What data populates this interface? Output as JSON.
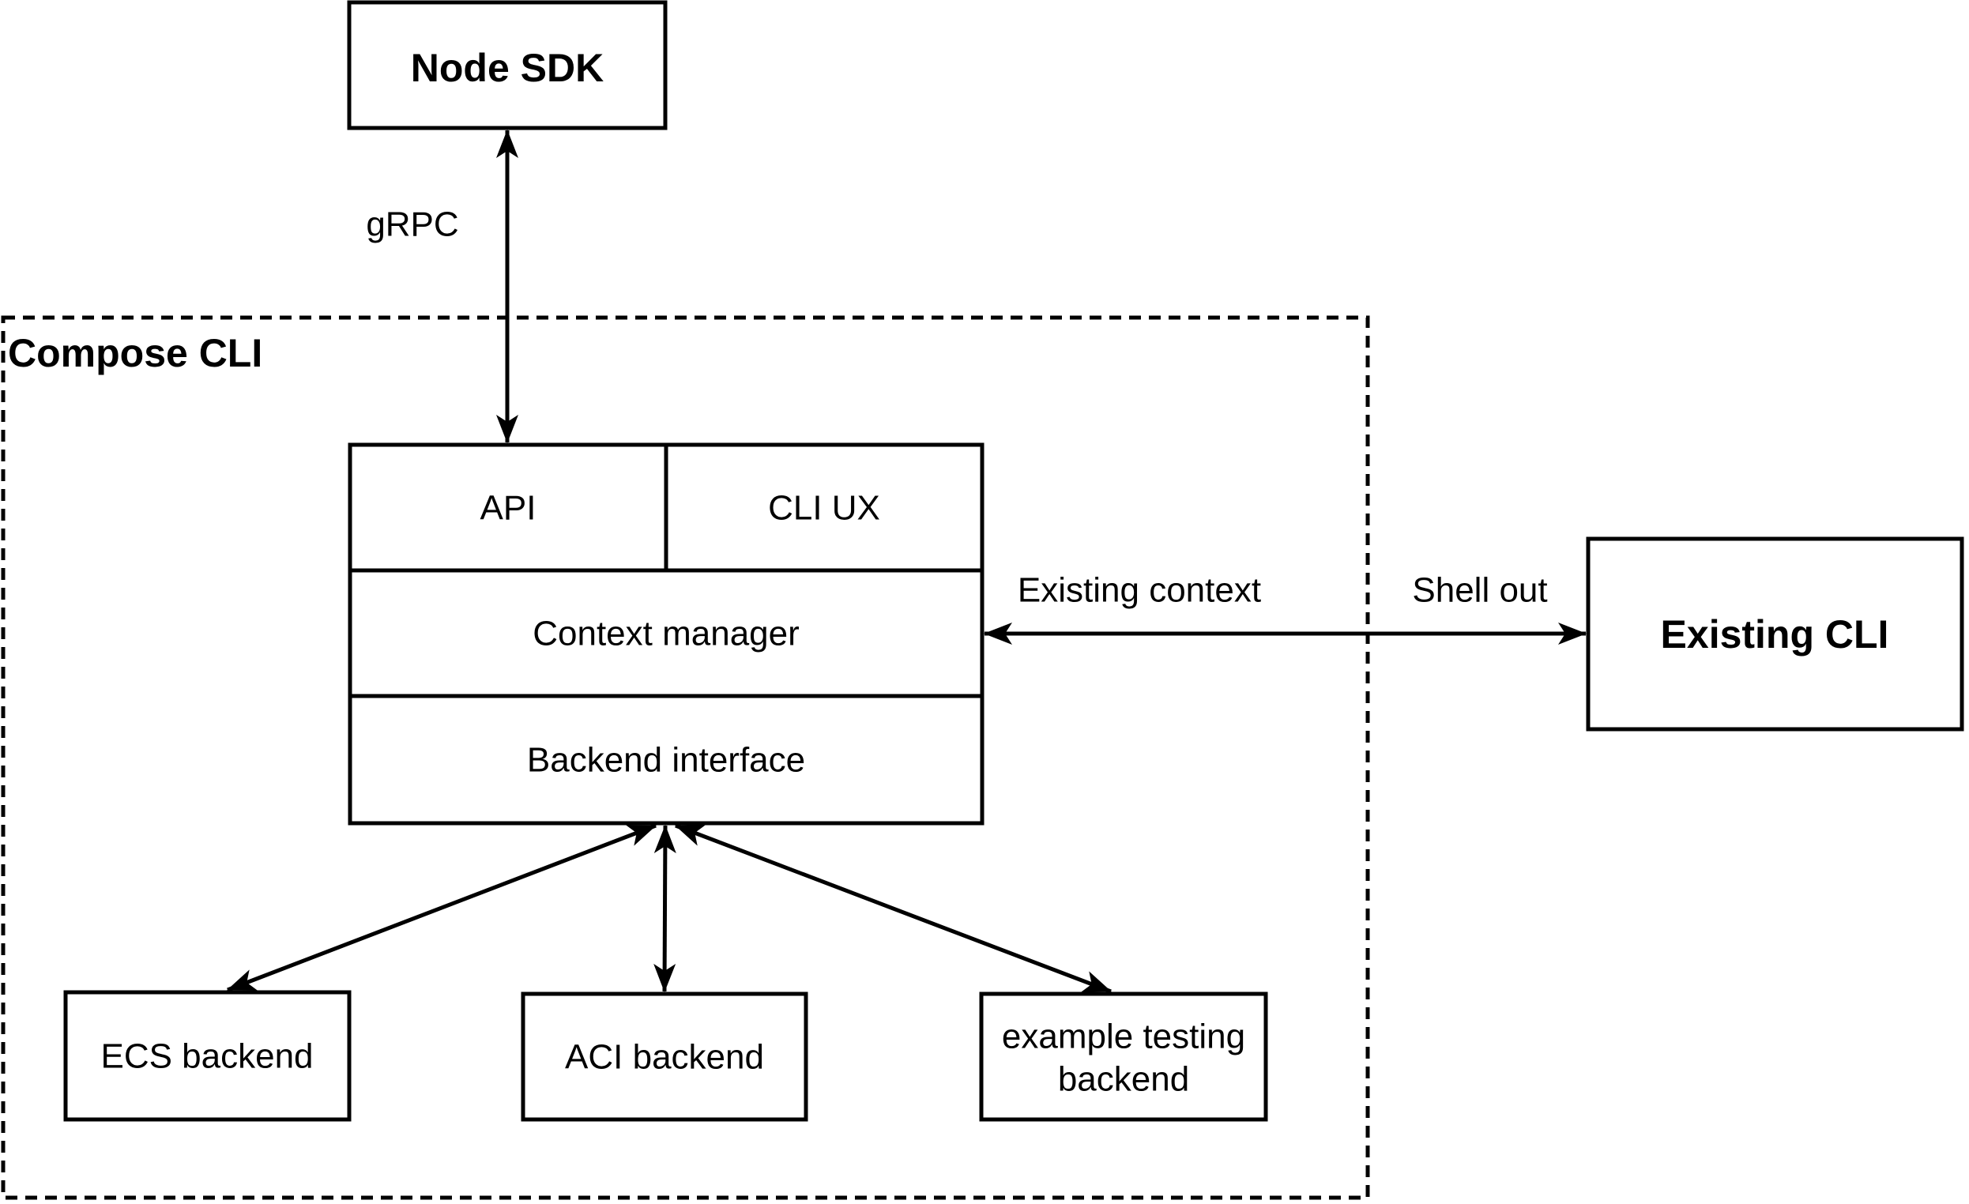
{
  "diagram": {
    "container": {
      "label": "Compose CLI"
    },
    "nodes": {
      "node_sdk": {
        "label": "Node SDK"
      },
      "api": {
        "label": "API"
      },
      "cli_ux": {
        "label": "CLI UX"
      },
      "context_manager": {
        "label": "Context manager"
      },
      "backend_interface": {
        "label": "Backend interface"
      },
      "existing_cli": {
        "label": "Existing CLI"
      },
      "ecs_backend": {
        "label": "ECS backend"
      },
      "aci_backend": {
        "label": "ACI backend"
      },
      "example_testing_backend": {
        "line1": "example testing",
        "line2": "backend"
      }
    },
    "edges": {
      "grpc": {
        "label": "gRPC"
      },
      "existing_context": {
        "label": "Existing context"
      },
      "shell_out": {
        "label": "Shell out"
      }
    },
    "colors": {
      "ink": "#000000",
      "background": "#ffffff"
    }
  }
}
